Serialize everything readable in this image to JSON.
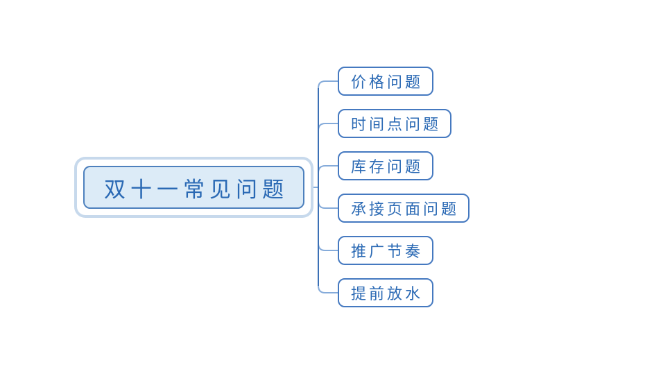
{
  "root_topic": {
    "label": "双十一常见问题"
  },
  "subtopics": [
    {
      "label": "价格问题"
    },
    {
      "label": "时间点问题"
    },
    {
      "label": "库存问题"
    },
    {
      "label": "承接页面问题"
    },
    {
      "label": "推广节奏"
    },
    {
      "label": "提前放水"
    }
  ],
  "colors": {
    "canvas_bg": "#ffffff",
    "root_fill": "#dcebf7",
    "root_border": "#4d80bd",
    "root_halo": "#c7d9ec",
    "root_text": "#2a69b4",
    "topic_border": "#4579c0",
    "topic_text": "#2a69b4",
    "branch_line": "#85abda",
    "spine_line": "#3b70b5"
  }
}
